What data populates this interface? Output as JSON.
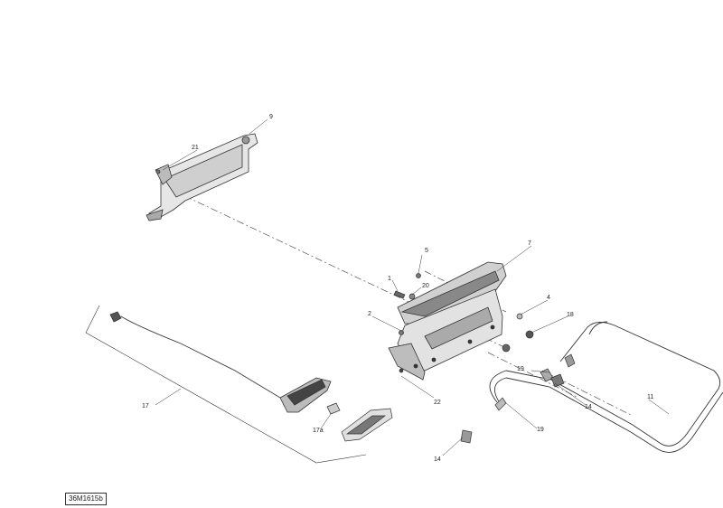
{
  "diagram": {
    "reference_code": "36M1615b",
    "callouts": {
      "c1": "1",
      "c2": "2",
      "c4": "4",
      "c5": "5",
      "c7": "7",
      "c9": "9",
      "c11": "11",
      "c14a": "14",
      "c14b": "14",
      "c17": "17",
      "c17a": "17a",
      "c18": "18",
      "c19a": "19",
      "c19b": "19",
      "c20": "20",
      "c21": "21",
      "c22": "22"
    }
  },
  "colors": {
    "line": "#333333",
    "part_fill": "#d9d9d9",
    "part_dark": "#555555",
    "background": "#ffffff"
  }
}
